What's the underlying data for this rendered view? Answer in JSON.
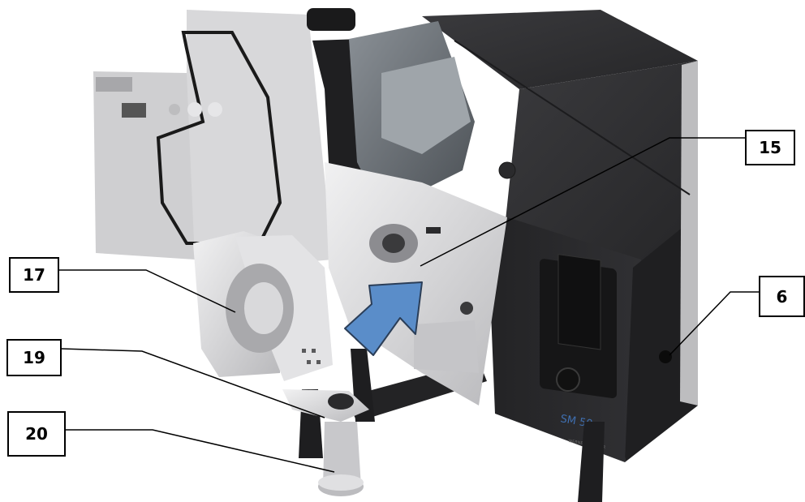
{
  "callouts": {
    "c15": "15",
    "c6": "6",
    "c17": "17",
    "c19": "19",
    "c20": "20"
  },
  "machine": {
    "model_label": "SM 50",
    "brand_label": "WERNER WEITNER"
  },
  "colors": {
    "housing": "#2b2b2d",
    "housing_dark": "#1d1d1f",
    "steel": "#d4d4d6",
    "steel_light": "#eeeeef",
    "guard": "#5d6369",
    "arrow": "#5a8dc9",
    "model_text": "#3f6fb0"
  }
}
